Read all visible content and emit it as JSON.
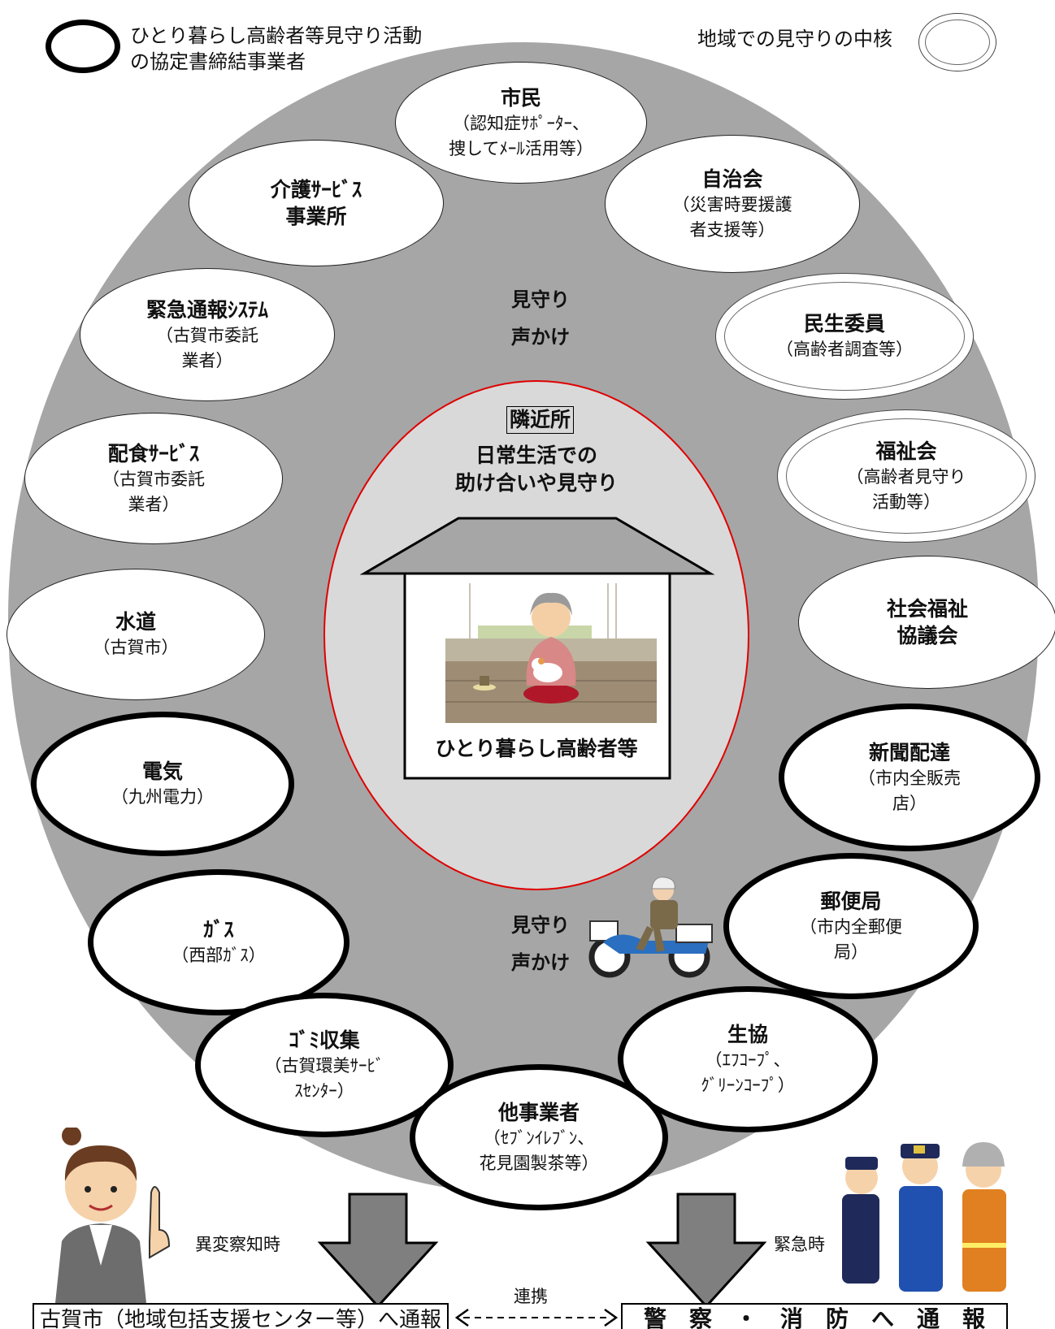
{
  "legend": {
    "contract_label": "ひとり暮らし高齢者等見守り活動\nの協定書締結事業者",
    "core_label": "地域での見守りの中核"
  },
  "nodes": {
    "citizen": {
      "title": "市民",
      "sub": "（認知症ｻﾎﾟｰﾀｰ、\n捜してﾒｰﾙ活用等）"
    },
    "care": {
      "title": "介護ｻｰﾋﾞｽ\n事業所",
      "sub": ""
    },
    "jichikai": {
      "title": "自治会",
      "sub": "（災害時要援護\n者支援等）"
    },
    "emergency": {
      "title": "緊急通報ｼｽﾃﾑ",
      "sub": "（古賀市委託\n業者）"
    },
    "minsei": {
      "title": "民生委員",
      "sub": "（高齢者調査等）"
    },
    "meal": {
      "title": "配食ｻｰﾋﾞｽ",
      "sub": "（古賀市委託\n業者）"
    },
    "fukushi": {
      "title": "福祉会",
      "sub": "（高齢者見守り\n活動等）"
    },
    "water": {
      "title": "水道",
      "sub": "（古賀市）"
    },
    "shakyo": {
      "title": "社会福祉\n協議会",
      "sub": ""
    },
    "electric": {
      "title": "電気",
      "sub": "（九州電力）"
    },
    "newspaper": {
      "title": "新聞配達",
      "sub": "（市内全販売\n店）"
    },
    "gas": {
      "title": "ｶﾞｽ",
      "sub": "（西部ｶﾞｽ）"
    },
    "post": {
      "title": "郵便局",
      "sub": "（市内全郵便\n局）"
    },
    "garbage": {
      "title": "ｺﾞﾐ収集",
      "sub": "（古賀環美ｻｰﾋﾞ\nｽｾﾝﾀｰ）"
    },
    "coop": {
      "title": "生協",
      "sub": "（ｴﾌｺｰﾌﾟ、\nｸﾞﾘｰﾝｺｰﾌﾟ）"
    },
    "other": {
      "title": "他事業者",
      "sub": "（ｾﾌﾞﾝｲﾚﾌﾞﾝ、\n花見園製茶等）"
    }
  },
  "watch_top": "見守り\n声かけ",
  "watch_bottom": "見守り\n声かけ",
  "center": {
    "neighbor": "隣近所",
    "daily": "日常生活での\n助け合いや見守り",
    "elder": "ひとり暮らし高齢者等"
  },
  "bottom": {
    "anomaly": "異変察知時",
    "emergency": "緊急時",
    "koga_box": "古賀市（地域包括支援センター等）へ通報",
    "police_box": "警　察　・　消　防　へ　通　報",
    "link": "連携"
  },
  "colors": {
    "ring": "#a6a6a6",
    "center_fill": "#d9d9d9",
    "center_border": "#e00000",
    "arrow": "#7f7f7f"
  }
}
